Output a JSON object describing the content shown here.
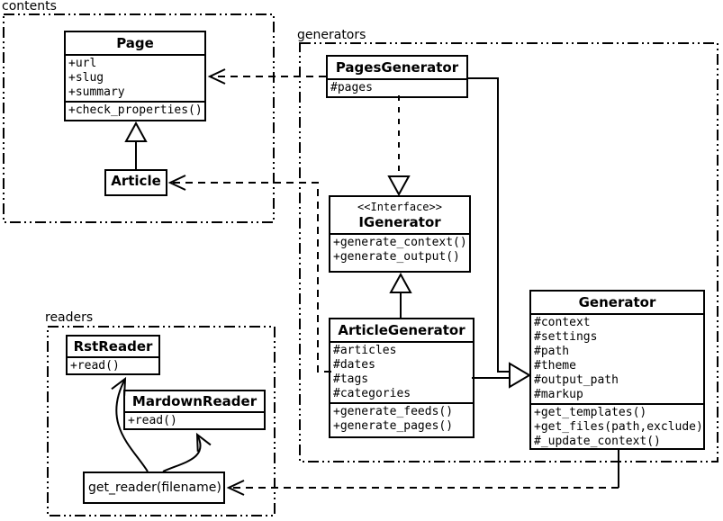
{
  "diagram": {
    "type": "uml-class-diagram",
    "colors": {
      "line": "#000000",
      "background": "#ffffff"
    },
    "relations": [
      {
        "from": "Article",
        "to": "Page",
        "type": "generalization"
      },
      {
        "from": "PagesGenerator",
        "to": "Page",
        "type": "dependency"
      },
      {
        "from": "ArticleGenerator",
        "to": "Article",
        "type": "dependency"
      },
      {
        "from": "PagesGenerator",
        "to": "IGenerator",
        "type": "realization"
      },
      {
        "from": "ArticleGenerator",
        "to": "IGenerator",
        "type": "generalization"
      },
      {
        "from": "PagesGenerator",
        "to": "Generator",
        "type": "generalization"
      },
      {
        "from": "ArticleGenerator",
        "to": "Generator",
        "type": "generalization"
      },
      {
        "from": "Generator",
        "to": "get_reader(filename)",
        "type": "dependency"
      },
      {
        "from": "get_reader(filename)",
        "to": "RstReader",
        "type": "arrow"
      },
      {
        "from": "get_reader(filename)",
        "to": "MardownReader",
        "type": "arrow"
      }
    ]
  },
  "packages": {
    "contents": {
      "label": "contents"
    },
    "generators": {
      "label": "generators"
    },
    "readers": {
      "label": "readers"
    }
  },
  "classes": {
    "page": {
      "name": "Page",
      "attributes": [
        "+url",
        "+slug",
        "+summary"
      ],
      "methods": [
        "+check_properties()"
      ]
    },
    "article": {
      "name": "Article"
    },
    "pages_generator": {
      "name": "PagesGenerator",
      "attributes": [
        "#pages"
      ]
    },
    "igenerator": {
      "stereotype": "<<Interface>>",
      "name": "IGenerator",
      "methods": [
        "+generate_context()",
        "+generate_output()"
      ]
    },
    "article_generator": {
      "name": "ArticleGenerator",
      "attributes": [
        "#articles",
        "#dates",
        "#tags",
        "#categories"
      ],
      "methods": [
        "+generate_feeds()",
        "+generate_pages()"
      ]
    },
    "generator": {
      "name": "Generator",
      "attributes": [
        "#context",
        "#settings",
        "#path",
        "#theme",
        "#output_path",
        "#markup"
      ],
      "methods": [
        "+get_templates()",
        "+get_files(path,exclude)",
        "#_update_context()"
      ]
    },
    "rst_reader": {
      "name": "RstReader",
      "methods": [
        "+read()"
      ]
    },
    "markdown_reader": {
      "name": "MardownReader",
      "methods": [
        "+read()"
      ]
    },
    "get_reader": {
      "name": "get_reader(filename)"
    }
  }
}
